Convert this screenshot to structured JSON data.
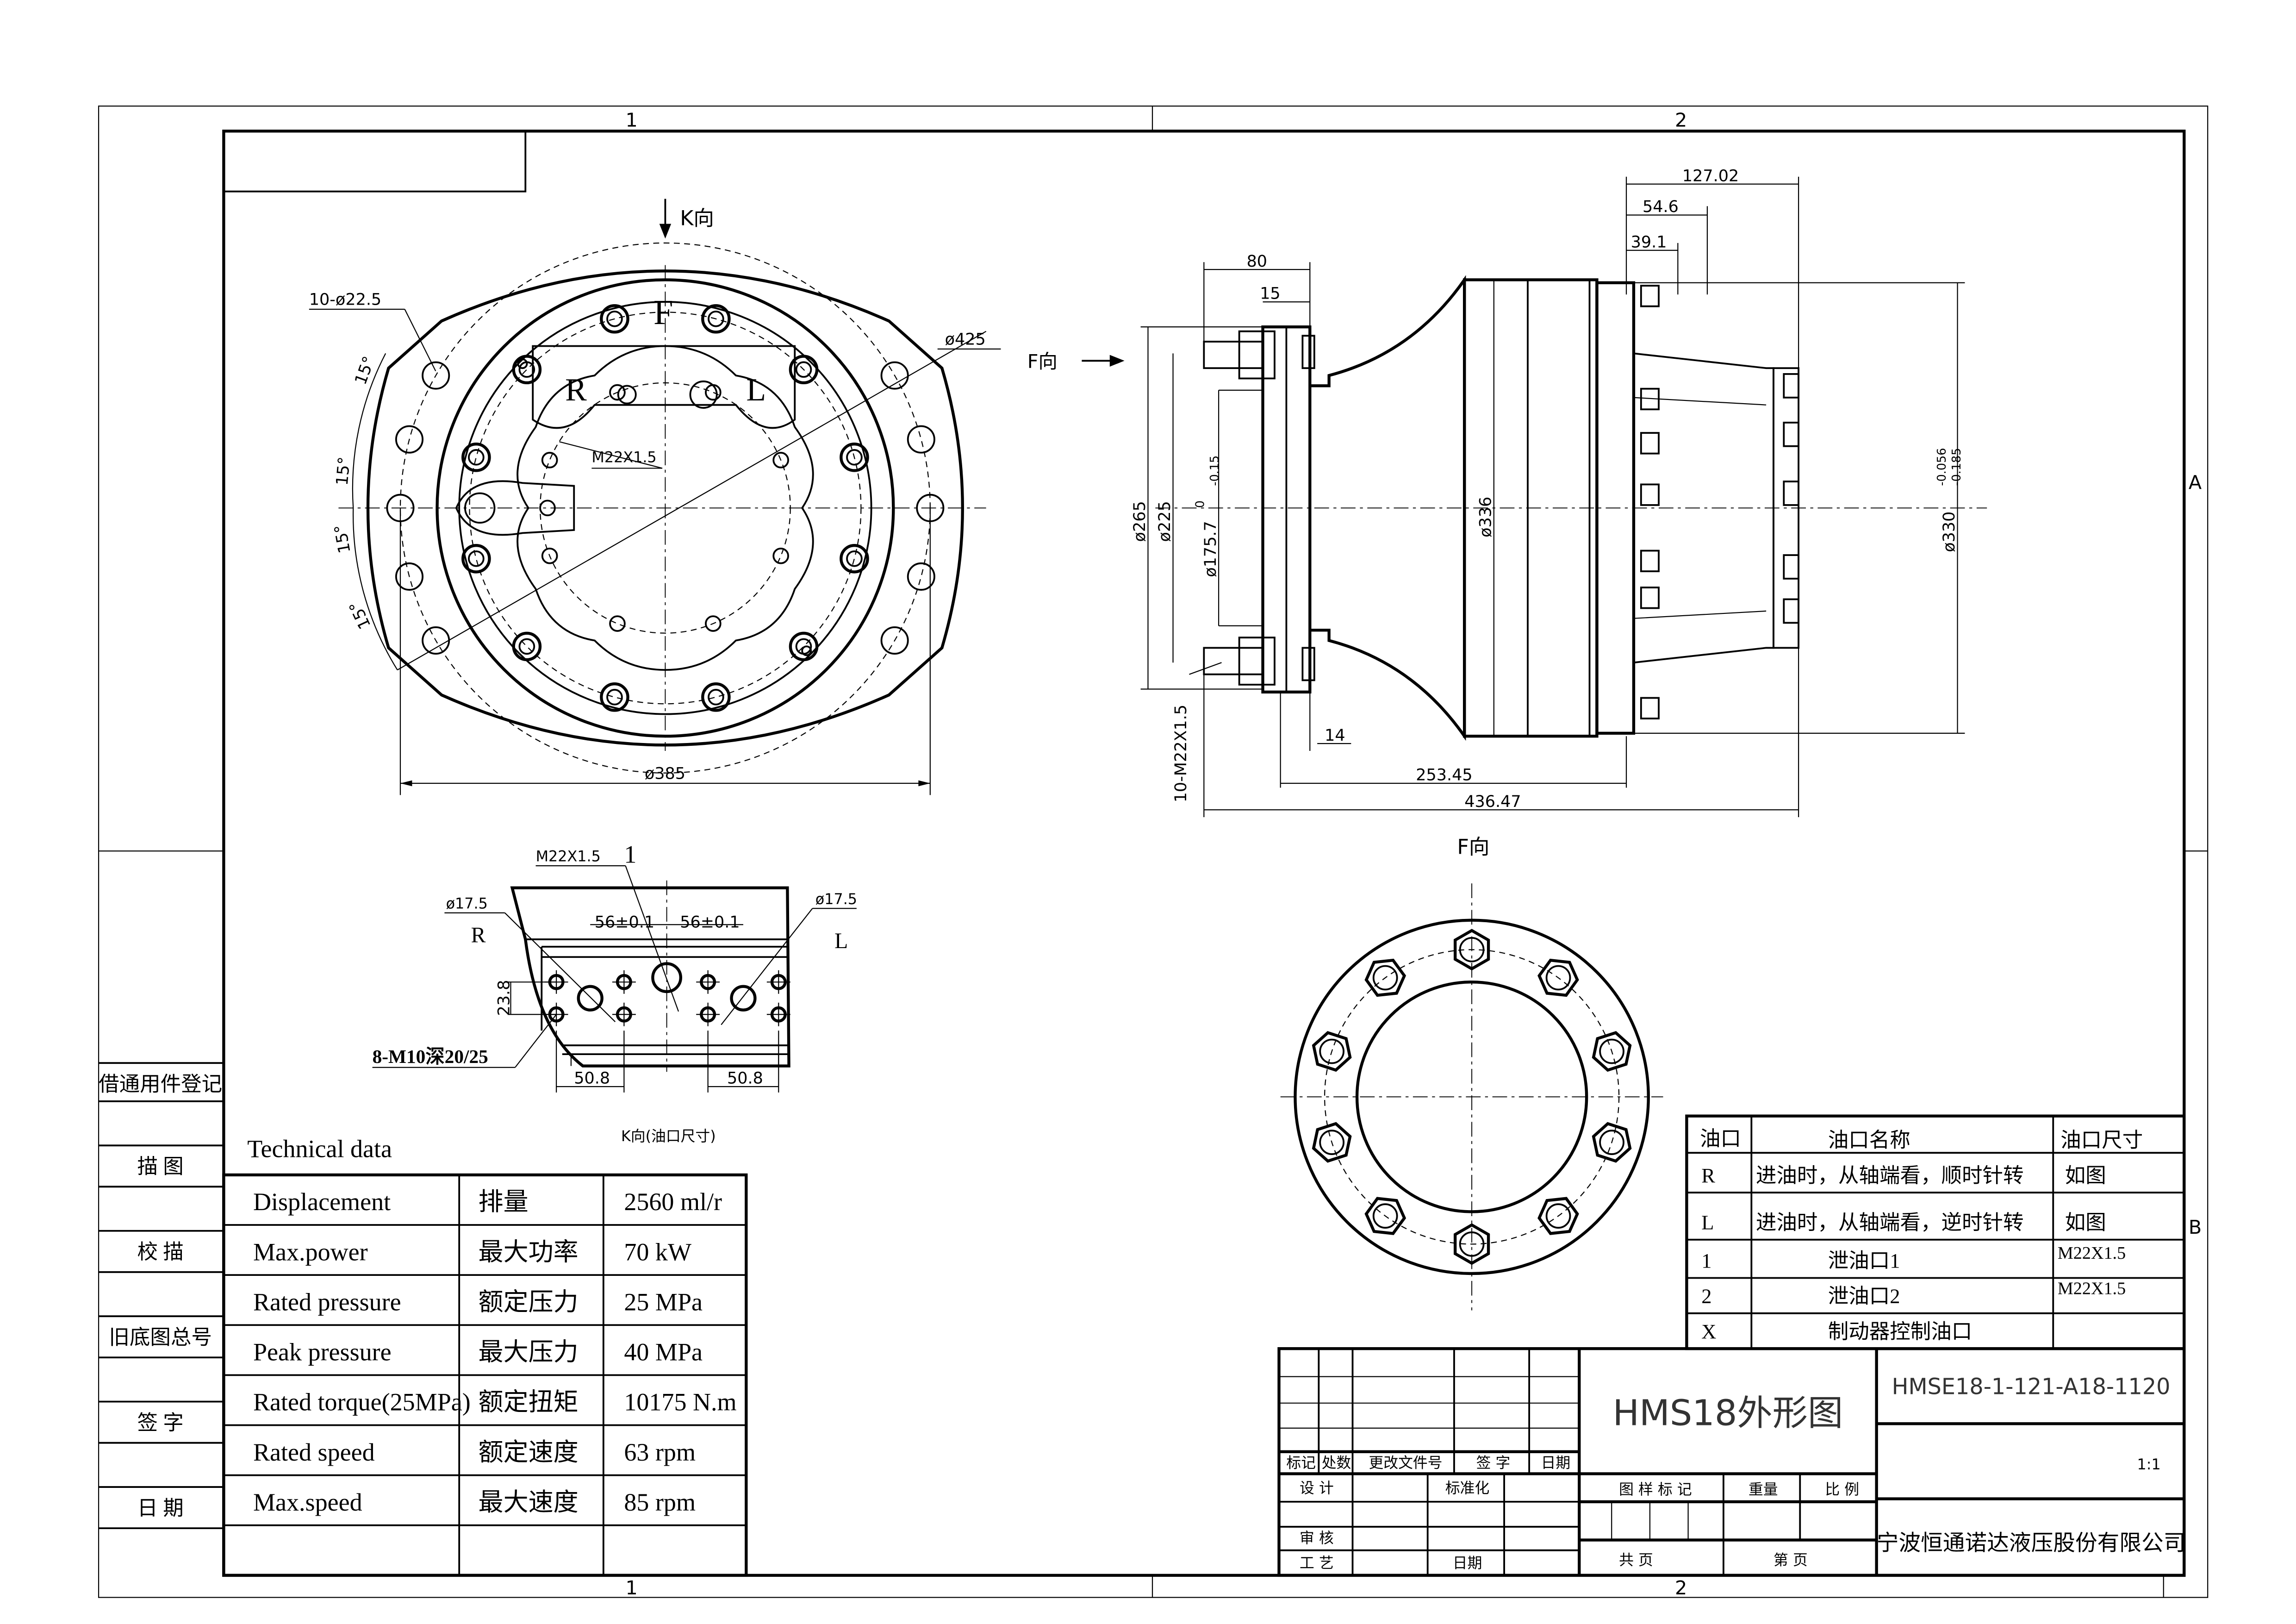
{
  "zones": {
    "col1": "1",
    "col2": "2",
    "rowA": "A",
    "rowB": "B"
  },
  "registration_column": [
    "借通用件登记",
    "描 图",
    "校 描",
    "旧底图总号",
    "签 字",
    "日 期"
  ],
  "front_view": {
    "view_label": "K向",
    "top_label": "F",
    "port_r": "R",
    "port_l": "L",
    "outer_holes": "10-ø22.5",
    "bolt_circle": "ø425",
    "port_thread": "M22X1.5",
    "outer_dia": "ø385",
    "angles": [
      "15°",
      "15°",
      "15°",
      "15°"
    ]
  },
  "side_view": {
    "view_arrow": "F向",
    "dim_80": "80",
    "dim_15": "15",
    "dim_127": "127.02",
    "dim_54": "54.6",
    "dim_39": "39.1",
    "dia_265": "ø265",
    "dia_225": "ø225",
    "dia_175": "ø175.7",
    "dia_175_tol_upper": "0",
    "dia_175_tol_lower": "-0.15",
    "dia_336": "ø336",
    "dia_330": "ø330",
    "dia_330_tol_upper": "-0.056",
    "dia_330_tol_lower": "-0.185",
    "dim_14": "14",
    "dim_253": "253.45",
    "dim_436": "436.47",
    "studs": "10-M22X1.5"
  },
  "port_view": {
    "port_no": "1",
    "thread": "M22X1.5",
    "dia_left": "ø17.5",
    "dia_right": "ø17.5",
    "label_r": "R",
    "label_l": "L",
    "spacing_left": "56±0.1",
    "spacing_right": "56±0.1",
    "height": "23.8",
    "tapped_holes": "8-M10深20/25",
    "width_left": "50.8",
    "width_right": "50.8",
    "caption": "K向(油口尺寸)"
  },
  "f_view": {
    "title": "F向"
  },
  "technical_data": {
    "title": "Technical data",
    "rows": [
      {
        "en": "Displacement",
        "cn": "排量",
        "value": "2560 ml/r"
      },
      {
        "en": "Max.power",
        "cn": "最大功率",
        "value": "70 kW"
      },
      {
        "en": "Rated pressure",
        "cn": "额定压力",
        "value": "25 MPa"
      },
      {
        "en": "Peak pressure",
        "cn": "最大压力",
        "value": "40 MPa"
      },
      {
        "en": "Rated torque(25MPa)",
        "cn": "额定扭矩",
        "value": "10175 N.m"
      },
      {
        "en": "Rated speed",
        "cn": "额定速度",
        "value": "63 rpm"
      },
      {
        "en": "Max.speed",
        "cn": "最大速度",
        "value": "85 rpm"
      }
    ]
  },
  "oil_ports": {
    "headers": [
      "油口",
      "油口名称",
      "油口尺寸"
    ],
    "rows": [
      {
        "port": "R",
        "name": "进油时，从轴端看，顺时针转",
        "size": "如图"
      },
      {
        "port": "L",
        "name": "进油时，从轴端看，逆时针转",
        "size": "如图"
      },
      {
        "port": "1",
        "name": "泄油口1",
        "size": "M22X1.5"
      },
      {
        "port": "2",
        "name": "泄油口2",
        "size": "M22X1.5"
      },
      {
        "port": "X",
        "name": "制动器控制油口",
        "size": ""
      }
    ]
  },
  "title_block": {
    "drawing_title": "HMS18外形图",
    "drawing_number": "HMSE18-1-121-A18-1120",
    "scale": "1:1",
    "company": "宁波恒通诺达液压股份有限公司",
    "rev_headers": [
      "标记",
      "处数",
      "更改文件号",
      "签 字",
      "日期"
    ],
    "design": "设 计",
    "standardization": "标准化",
    "review": "审 核",
    "process": "工 艺",
    "date": "日期",
    "pattern_mark": "图 样 标 记",
    "weight": "重量",
    "scale_label": "比 例",
    "total_pages": "共    页",
    "page_no": "第    页"
  }
}
